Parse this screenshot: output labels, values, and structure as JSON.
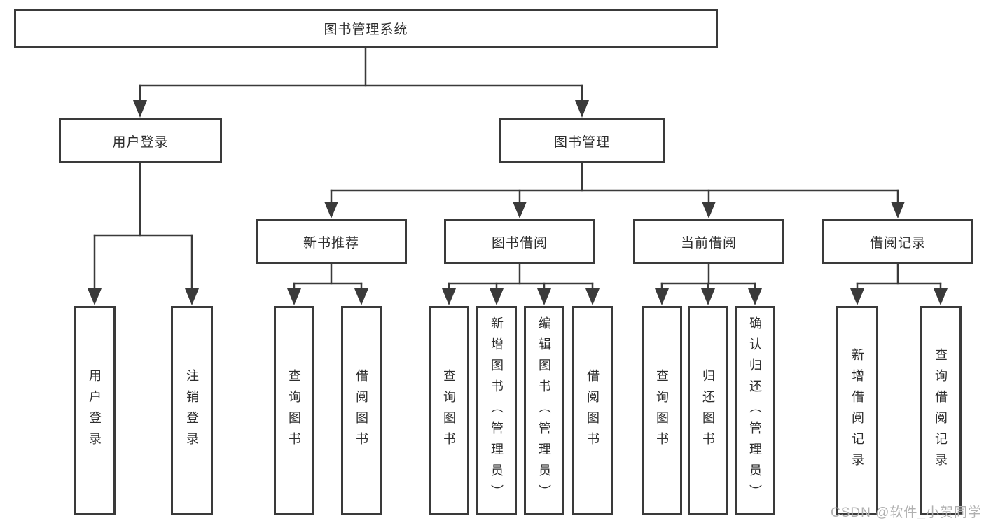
{
  "diagram_title": "图书管理系统",
  "tree": {
    "root": {
      "label": "图书管理系统"
    },
    "branches": [
      {
        "label": "用户登录",
        "children": [
          {
            "label": "用户登录"
          },
          {
            "label": "注销登录"
          }
        ]
      },
      {
        "label": "图书管理",
        "children": [
          {
            "label": "新书推荐",
            "children": [
              {
                "label": "查询图书"
              },
              {
                "label": "借阅图书"
              }
            ]
          },
          {
            "label": "图书借阅",
            "children": [
              {
                "label": "查询图书"
              },
              {
                "label": "新增图书（管理员）"
              },
              {
                "label": "编辑图书（管理员）"
              },
              {
                "label": "借阅图书"
              }
            ]
          },
          {
            "label": "当前借阅",
            "children": [
              {
                "label": "查询图书"
              },
              {
                "label": "归还图书"
              },
              {
                "label": "确认归还（管理员）"
              }
            ]
          },
          {
            "label": "借阅记录",
            "children": [
              {
                "label": "新增借阅记录"
              },
              {
                "label": "查询借阅记录"
              }
            ]
          }
        ]
      }
    ]
  },
  "watermark": {
    "text": "CSDN @软件_小贺同学"
  },
  "colors": {
    "line": "#3a3a3a",
    "box_border": "#3a3a3a",
    "text": "#2d2d2d",
    "watermark": "#b0b0b0",
    "background": "#ffffff"
  }
}
